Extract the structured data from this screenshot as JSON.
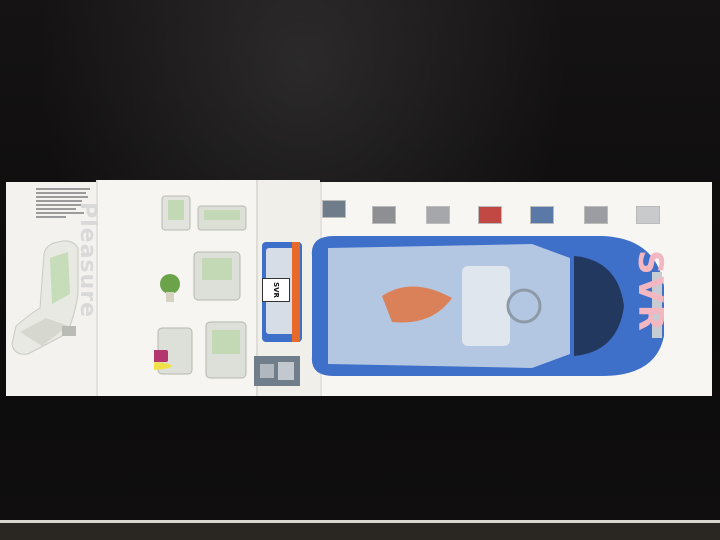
{
  "brochure": {
    "tagline_word": "Pleasure",
    "brand_logo": "SVR",
    "rear_badge": "SVR"
  },
  "colors": {
    "car_body": "#3e6fc9",
    "car_interior": "#c9d7e6",
    "accent_orange": "#e86a2b",
    "logo_pink": "#f2b7c1",
    "seat_green": "#bcd3b0",
    "table": "#0f0d0d"
  }
}
